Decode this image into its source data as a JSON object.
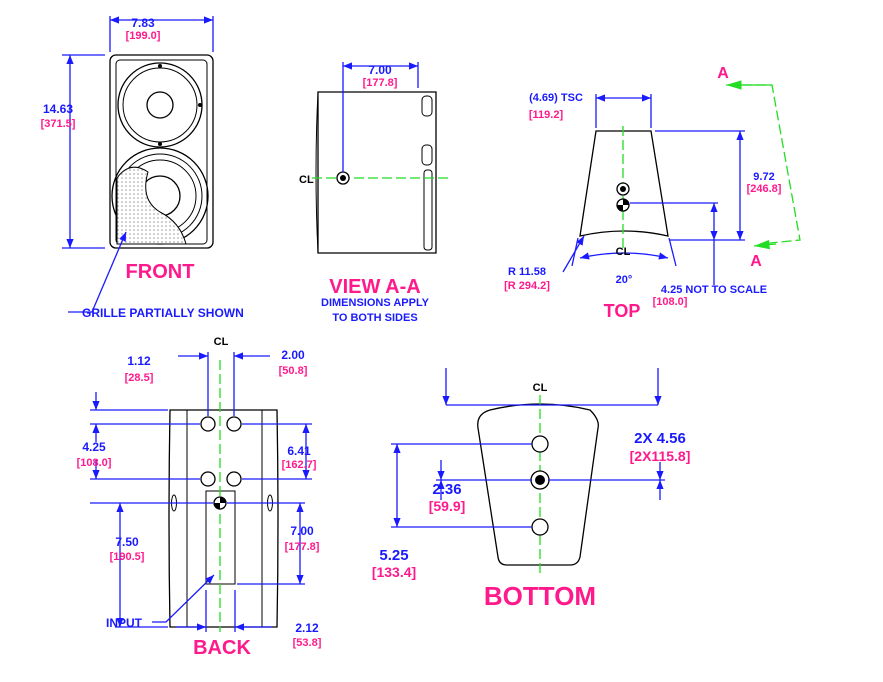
{
  "views": {
    "front": "FRONT",
    "view_aa": "VIEW A-A",
    "view_aa_note_1": "DIMENSIONS APPLY",
    "view_aa_note_2": "TO BOTH SIDES",
    "top": "TOP",
    "back": "BACK",
    "bottom": "BOTTOM"
  },
  "notes": {
    "grille": "GRILLE PARTIALLY SHOWN",
    "input": "INPUT",
    "not_to_scale": "4.25 NOT TO SCALE",
    "section_a": "A",
    "cl": "CL"
  },
  "dimensions": {
    "front_width": "7.83",
    "front_width_mm": "[199.0]",
    "front_height": "14.63",
    "front_height_mm": "[371.5]",
    "aa_depth": "7.00",
    "aa_depth_mm": "[177.8]",
    "top_tsc": "(4.69) TSC",
    "top_tsc_mm": "[119.2]",
    "top_depth": "9.72",
    "top_depth_mm": "[246.8]",
    "top_radius": "R 11.58",
    "top_radius_mm": "[R 294.2]",
    "top_angle": "20°",
    "top_nts_mm": "[108.0]",
    "back_1": "1.12",
    "back_1_mm": "[28.5]",
    "back_2": "2.00",
    "back_2_mm": "[50.8]",
    "back_3": "4.25",
    "back_3_mm": "[108.0]",
    "back_4": "6.41",
    "back_4_mm": "[162.7]",
    "back_5": "7.50",
    "back_5_mm": "[190.5]",
    "back_6": "7.00",
    "back_6_mm": "[177.8]",
    "back_7": "2.12",
    "back_7_mm": "[53.8]",
    "bottom_1": "2X 4.56",
    "bottom_1_mm": "[2X115.8]",
    "bottom_2": "2.36",
    "bottom_2_mm": "[59.9]",
    "bottom_3": "5.25",
    "bottom_3_mm": "[133.4]"
  },
  "colors": {
    "dimension": "#1a1aff",
    "metric": "#ff1a8c",
    "centerline": "#22dd22",
    "object": "#000000"
  }
}
